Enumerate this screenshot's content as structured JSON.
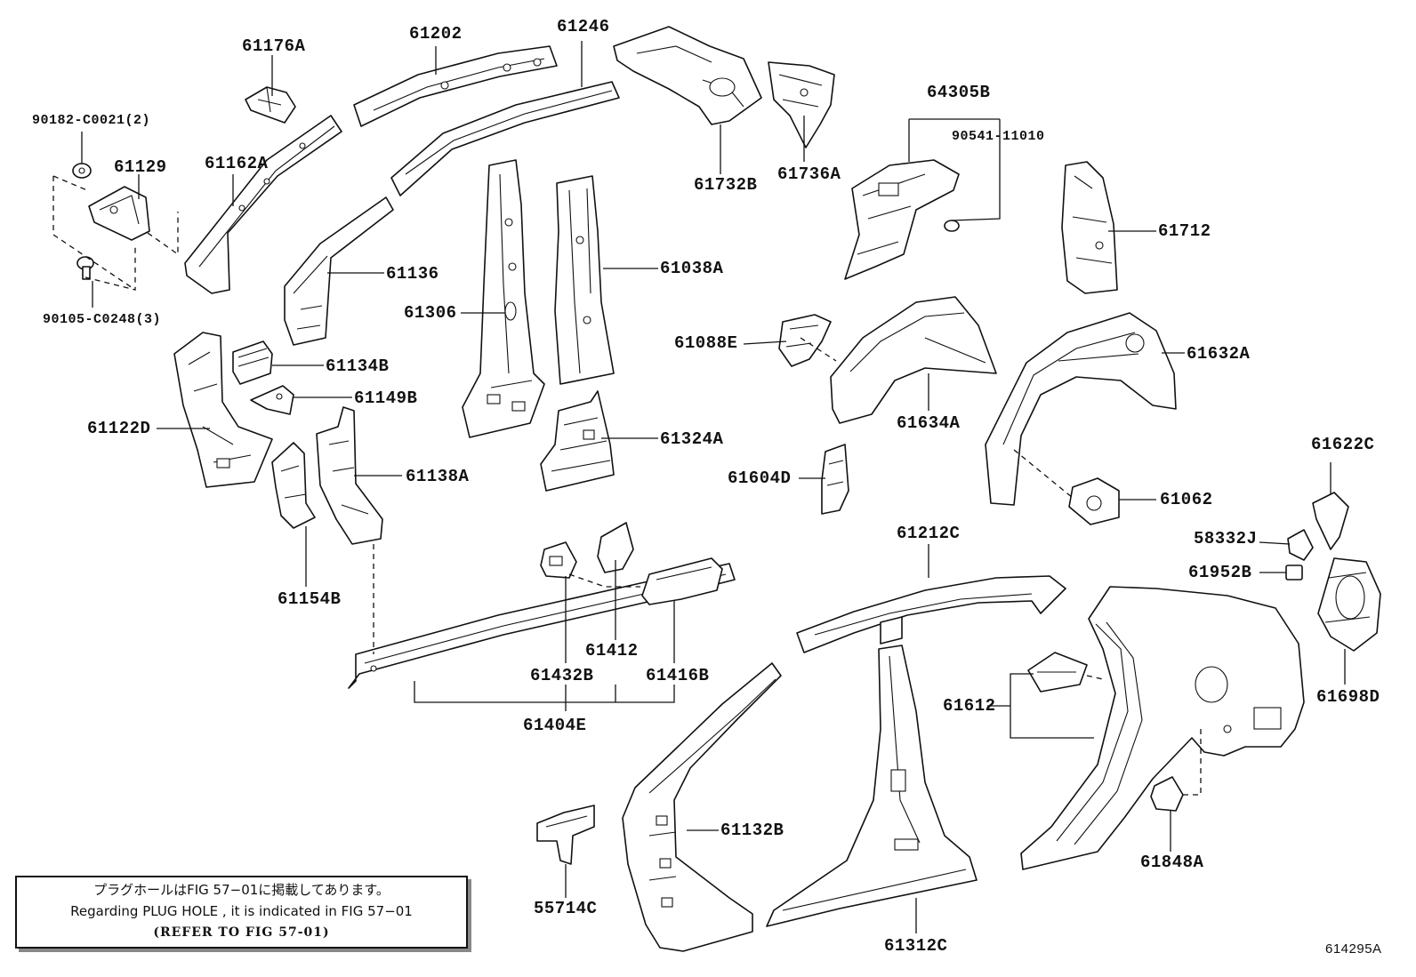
{
  "labels": {
    "p61176A": "61176A",
    "p61202": "61202",
    "p61246": "61246",
    "p90182": "90182-C0021(2)",
    "p61129": "61129",
    "p61162A": "61162A",
    "p90105": "90105-C0248(3)",
    "p61136": "61136",
    "p61134B": "61134B",
    "p61149B": "61149B",
    "p61122D": "61122D",
    "p61138A": "61138A",
    "p61154B": "61154B",
    "p61306": "61306",
    "p61038A": "61038A",
    "p61324A": "61324A",
    "p61732B": "61732B",
    "p61736A": "61736A",
    "p64305B": "64305B",
    "p90541": "90541-11010",
    "p61712": "61712",
    "p61088E": "61088E",
    "p61634A": "61634A",
    "p61632A": "61632A",
    "p61604D": "61604D",
    "p61062": "61062",
    "p61622C": "61622C",
    "p58332J": "58332J",
    "p61952B": "61952B",
    "p61698D": "61698D",
    "p61212C": "61212C",
    "p61412": "61412",
    "p61432B": "61432B",
    "p61416B": "61416B",
    "p61404E": "61404E",
    "p61612": "61612",
    "p61132B": "61132B",
    "p55714C": "55714C",
    "p61312C": "61312C",
    "p61848A": "61848A"
  },
  "note": {
    "line_jp": "プラグホールはFIG 57−01に掲載してあります。",
    "line_en": "Regarding  PLUG  HOLE , it is indicated in  FIG  57−01",
    "line_ref": "(REFER TO FIG 57-01)"
  },
  "figure_code": "614295A"
}
